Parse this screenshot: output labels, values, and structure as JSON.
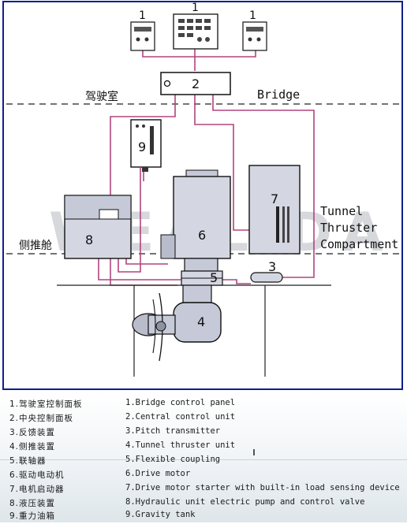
{
  "diagram": {
    "marker_labels": {
      "panel_left": "1",
      "panel_center": "1",
      "panel_right": "1",
      "central_unit": "2",
      "gravity_tank": "9",
      "hydraulic_unit": "8",
      "drive_motor": "6",
      "starter": "7",
      "coupling": "5",
      "pitch_transmitter": "3",
      "thruster_unit": "4"
    },
    "zones": {
      "bridge_zh": "驾驶室",
      "bridge_en": "Bridge",
      "compartment_zh": "侧推舱",
      "compartment_en_1": "Tunnel",
      "compartment_en_2": "Thruster",
      "compartment_en_3": "Compartment"
    },
    "watermark": "WEALIDA"
  },
  "legend": [
    {
      "zh": "1.驾驶室控制面板",
      "en": "1.Bridge control panel"
    },
    {
      "zh": "2.中央控制面板",
      "en": "2.Central control unit"
    },
    {
      "zh": "3.反馈装置",
      "en": "3.Pitch transmitter"
    },
    {
      "zh": "4.侧推装置",
      "en": "4.Tunnel thruster unit"
    },
    {
      "zh": "5.联轴器",
      "en": "5.Flexible coupling"
    },
    {
      "zh": "6.驱动电动机",
      "en": "6.Drive motor"
    },
    {
      "zh": "7.电机启动器",
      "en": "7.Drive motor starter with built-in load sensing device"
    },
    {
      "zh": "8.液压装置",
      "en": "8.Hydraulic unit electric pump and control valve"
    },
    {
      "zh": "9.重力油箱",
      "en": "9.Gravity tank"
    }
  ],
  "colors": {
    "frame": "#0f1f8c",
    "cable": "#b0457f",
    "dashed": "#222222",
    "equipment_fill": "#d4d7e2",
    "watermark": "#8a8f9a"
  }
}
